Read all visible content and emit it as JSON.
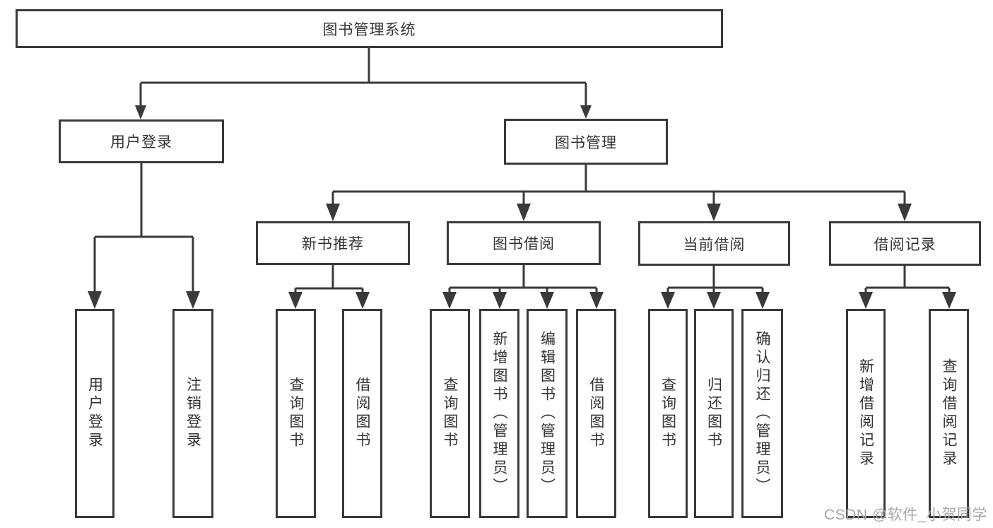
{
  "tree": {
    "root": {
      "label": "图书管理系统"
    },
    "branches": [
      {
        "label": "用户登录",
        "children": [
          {
            "label": "用户登录"
          },
          {
            "label": "注销登录"
          }
        ]
      },
      {
        "label": "图书管理",
        "children": [
          {
            "label": "新书推荐",
            "children": [
              {
                "label": "查询图书"
              },
              {
                "label": "借阅图书"
              }
            ]
          },
          {
            "label": "图书借阅",
            "children": [
              {
                "label": "查询图书"
              },
              {
                "label": "新增图书（管理员）"
              },
              {
                "label": "编辑图书（管理员）"
              },
              {
                "label": "借阅图书"
              }
            ]
          },
          {
            "label": "当前借阅",
            "children": [
              {
                "label": "查询图书"
              },
              {
                "label": "归还图书"
              },
              {
                "label": "确认归还（管理员）"
              }
            ]
          },
          {
            "label": "借阅记录",
            "children": [
              {
                "label": "新增借阅记录"
              },
              {
                "label": "查询借阅记录"
              }
            ]
          }
        ]
      }
    ]
  },
  "watermark": {
    "text": "CSDN @软件_小贺同学"
  },
  "colors": {
    "line": "#3a3a3a",
    "box_border": "#3a3a3a",
    "text": "#333333",
    "watermark": "#a6a6a6",
    "background": "#ffffff"
  }
}
